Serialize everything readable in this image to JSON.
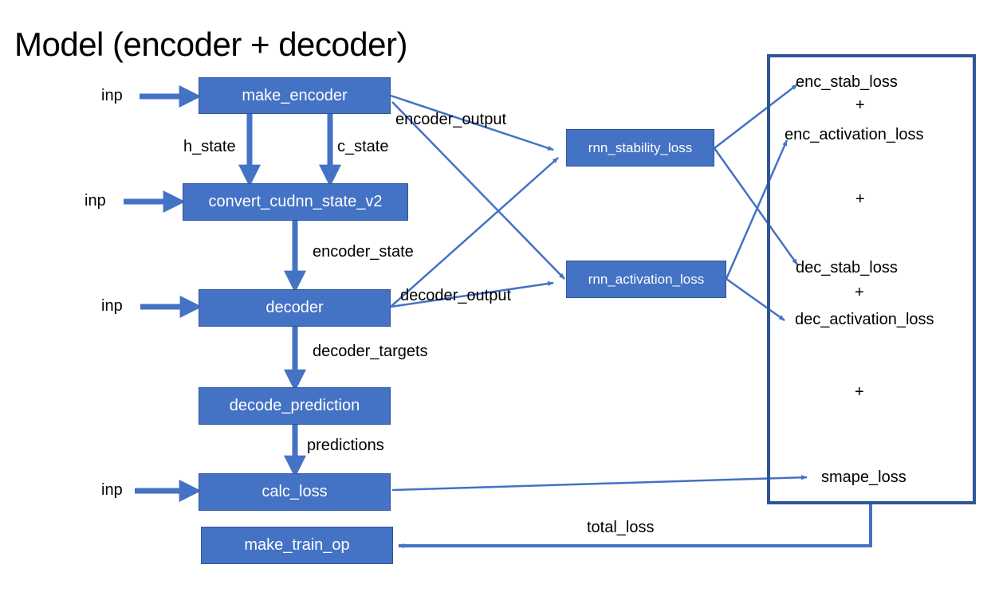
{
  "title": "Model (encoder + decoder)",
  "nodes": {
    "make_encoder": "make_encoder",
    "convert_cudnn_state_v2": "convert_cudnn_state_v2",
    "decoder": "decoder",
    "decode_prediction": "decode_prediction",
    "calc_loss": "calc_loss",
    "make_train_op": "make_train_op",
    "rnn_stability_loss": "rnn_stability_loss",
    "rnn_activation_loss": "rnn_activation_loss"
  },
  "inputs": [
    "inp",
    "inp",
    "inp",
    "inp"
  ],
  "edge_labels": {
    "h_state": "h_state",
    "c_state": "c_state",
    "encoder_output": "encoder_output",
    "encoder_state": "encoder_state",
    "decoder_output": "decoder_output",
    "decoder_targets": "decoder_targets",
    "predictions": "predictions",
    "total_loss": "total_loss"
  },
  "loss_sum": {
    "terms": [
      "enc_stab_loss",
      "enc_activation_loss",
      "dec_stab_loss",
      "dec_activation_loss",
      "smape_loss"
    ],
    "operators": [
      "+",
      "+",
      "+",
      "+"
    ]
  },
  "colors": {
    "node_fill": "#4472c4",
    "node_border": "#2f5597",
    "wire": "#4472c4",
    "sum_border": "#2f5597"
  }
}
